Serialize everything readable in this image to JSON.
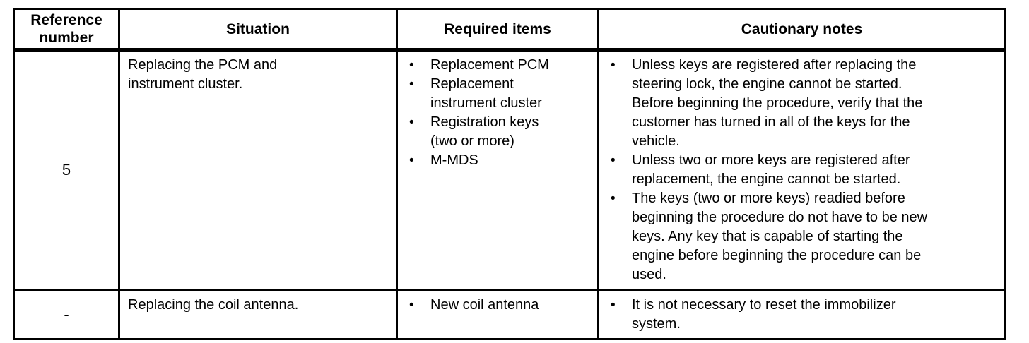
{
  "colors": {
    "background": "#ffffff",
    "border": "#000000",
    "text": "#000000"
  },
  "table": {
    "bullet_glyph": "•",
    "headers": [
      "Reference\nnumber",
      "Situation",
      "Required items",
      "Cautionary notes"
    ],
    "rows": [
      {
        "reference_number": "5",
        "situation": "Replacing the PCM and\ninstrument cluster.",
        "required_items": [
          "Replacement PCM",
          "Replacement\ninstrument cluster",
          "Registration keys\n(two or more)",
          "M-MDS"
        ],
        "cautionary_notes": [
          "Unless keys are registered after replacing the\nsteering lock, the engine cannot be started.\nBefore beginning the procedure, verify that the\ncustomer has turned in all of the keys for the\nvehicle.",
          "Unless two or more keys are registered after\nreplacement, the engine cannot be started.",
          "The keys (two or more keys) readied before\nbeginning the procedure do not have to be new\nkeys. Any key that is capable of starting the\nengine before beginning the procedure can be\nused."
        ]
      },
      {
        "reference_number": "-",
        "situation": "Replacing the coil antenna.",
        "required_items": [
          "New coil antenna"
        ],
        "cautionary_notes": [
          "It is not necessary to reset the immobilizer\nsystem."
        ]
      }
    ]
  }
}
